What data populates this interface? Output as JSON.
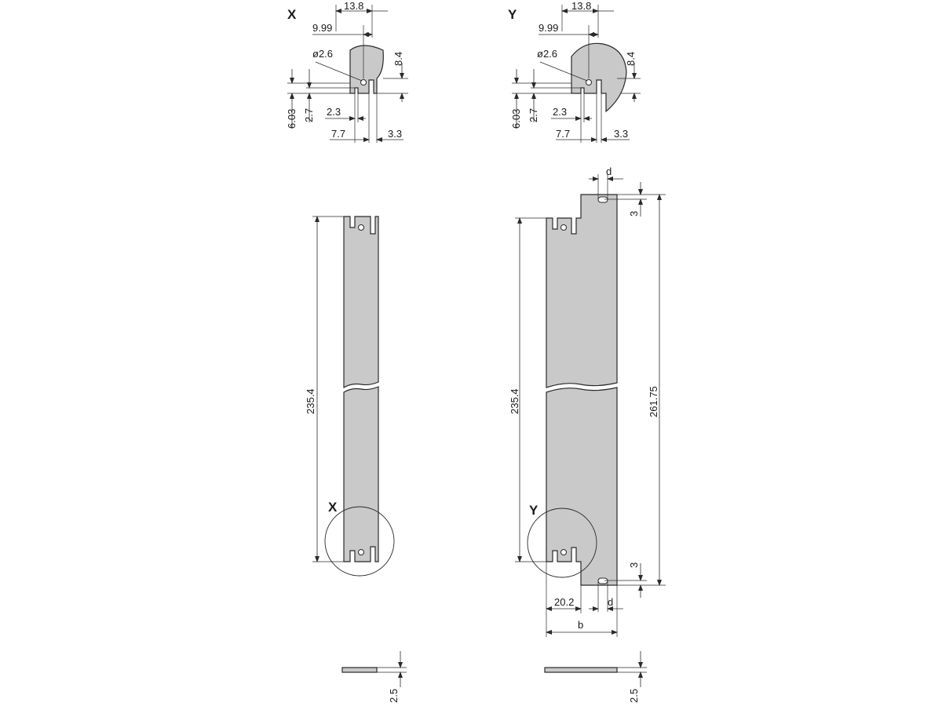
{
  "detail_x": {
    "label": "X",
    "dims": {
      "width_overall": "13.8",
      "offset_hole": "9.99",
      "hole_diameter": "ø2.6",
      "height_round": "8.4",
      "slot_depth_a": "6.03",
      "slot_depth_b": "2.7",
      "slot_width": "2.3",
      "edge_to_slot": "7.7",
      "slot_to_edge": "3.3"
    }
  },
  "detail_y": {
    "label": "Y",
    "dims": {
      "width_overall": "13.8",
      "offset_hole": "9.99",
      "hole_diameter": "ø2.6",
      "height_round": "8.4",
      "slot_depth_a": "6.03",
      "slot_depth_b": "2.7",
      "slot_width": "2.3",
      "edge_to_slot": "7.7",
      "slot_to_edge": "3.3"
    }
  },
  "rail_left": {
    "length": "235.4",
    "detail_marker": "X",
    "thickness": "2.5"
  },
  "rail_right": {
    "length_inner": "235.4",
    "length_overall": "261.75",
    "detail_marker": "Y",
    "top_tab_offset": "3",
    "bottom_tab_offset": "3",
    "top_slot_width": "d",
    "bottom_slot_width": "d",
    "left_width": "20.2",
    "total_width": "b",
    "thickness": "2.5"
  }
}
